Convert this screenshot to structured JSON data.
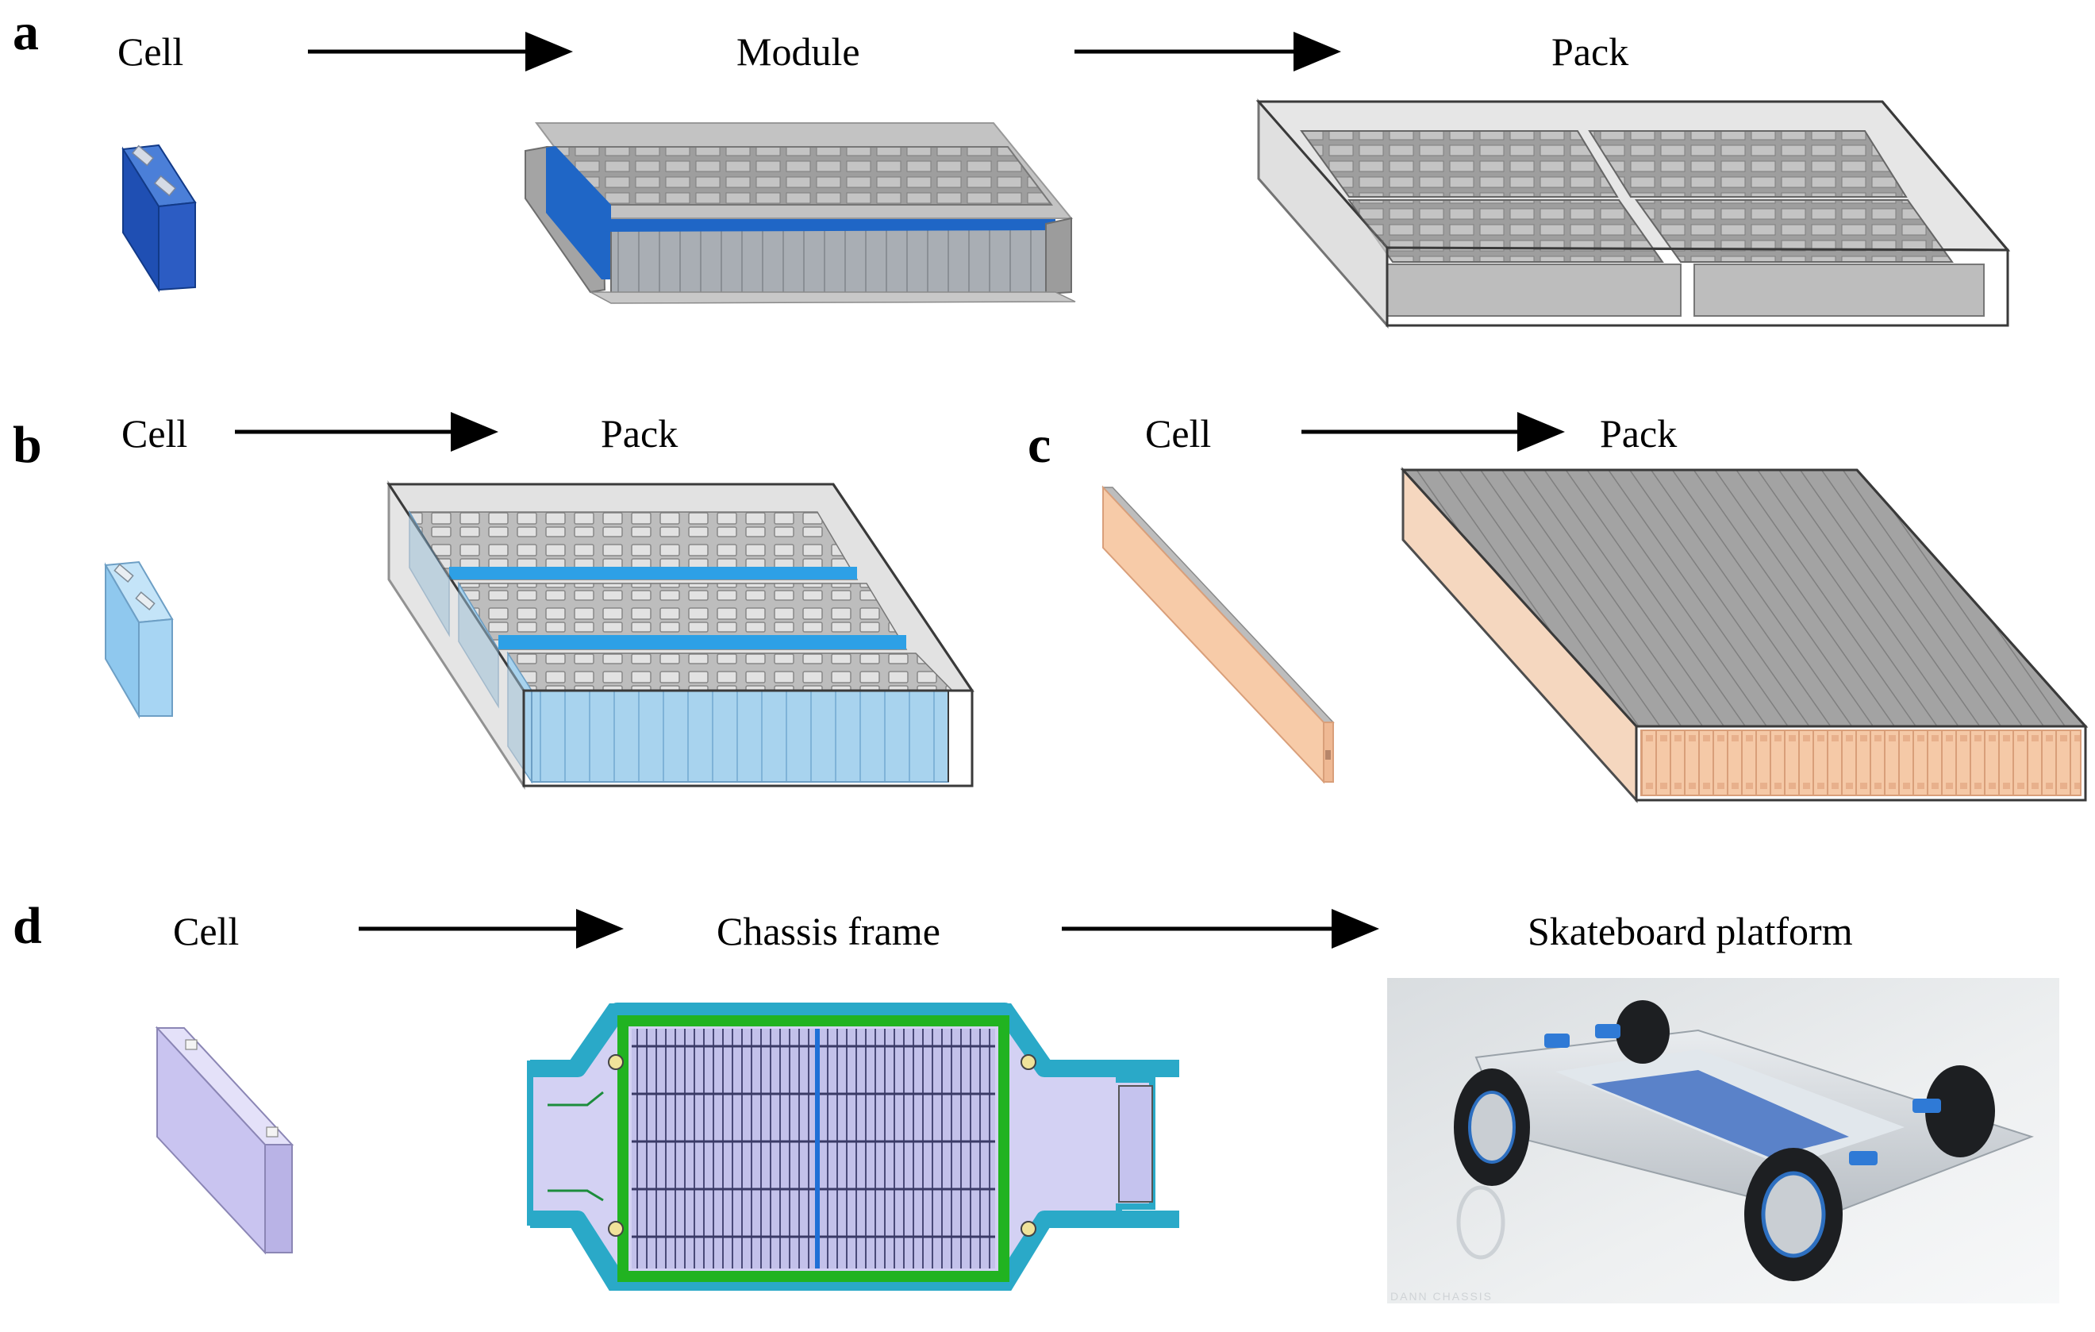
{
  "panels": {
    "a": {
      "letter": "a",
      "stage1": "Cell",
      "stage2": "Module",
      "stage3": "Pack"
    },
    "b": {
      "letter": "b",
      "stage1": "Cell",
      "stage2": "Pack"
    },
    "c": {
      "letter": "c",
      "stage1": "Cell",
      "stage2": "Pack"
    },
    "d": {
      "letter": "d",
      "stage1": "Cell",
      "stage2": "Chassis frame",
      "stage3": "Skateboard platform",
      "photo_watermark": "DANN CHASSIS"
    }
  },
  "colors": {
    "cell_a": "#1f4fb3",
    "cell_b": "#8fc8ee",
    "cell_c": "#f7cba8",
    "cell_d": "#c9c4f0",
    "frame": "#2aa9c8",
    "frame_inner": "#21b321",
    "pack_grey": "#9a9a9a"
  }
}
